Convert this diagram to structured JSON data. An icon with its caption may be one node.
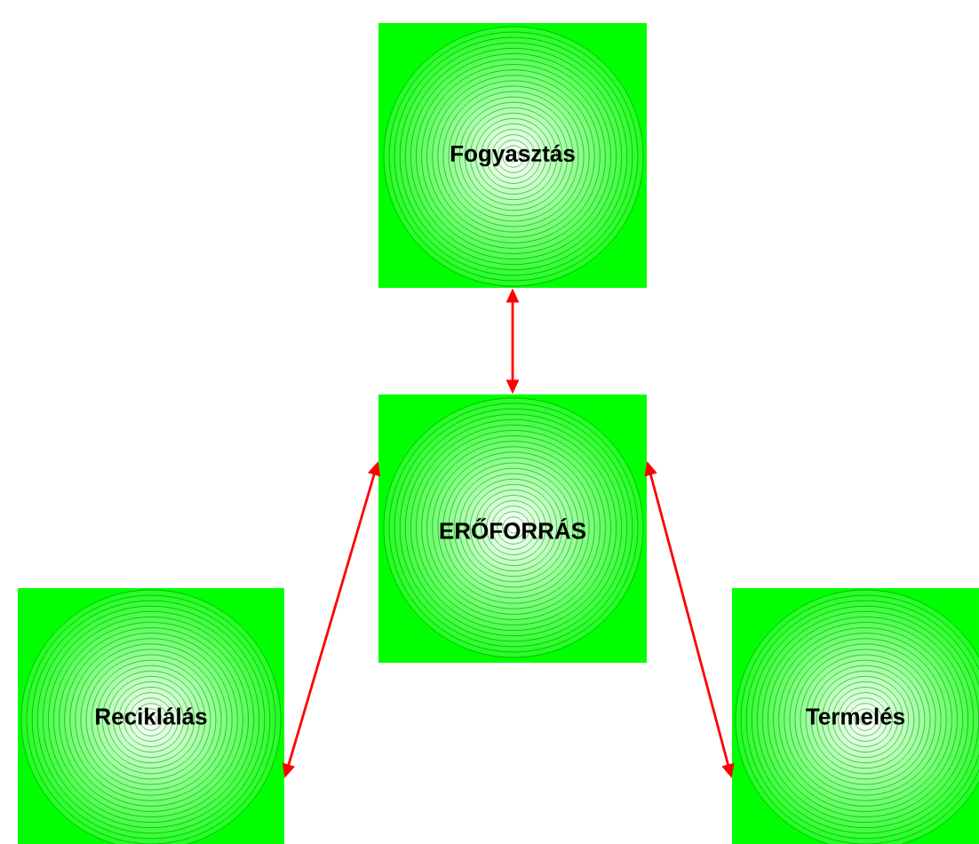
{
  "diagram": {
    "nodes": [
      {
        "text": [
          "Fogyasztás"
        ]
      },
      {
        "text": [
          "ERŐFORRÁS"
        ]
      },
      {
        "text": [
          "Reciklálás"
        ]
      },
      {
        "text": [
          "Termelés"
        ]
      }
    ],
    "edges": [
      {
        "from": 1,
        "to": 0,
        "arrow": "both"
      },
      {
        "from": 1,
        "to": 2,
        "arrow": "both"
      },
      {
        "from": 1,
        "to": 3,
        "arrow": "both"
      }
    ]
  }
}
